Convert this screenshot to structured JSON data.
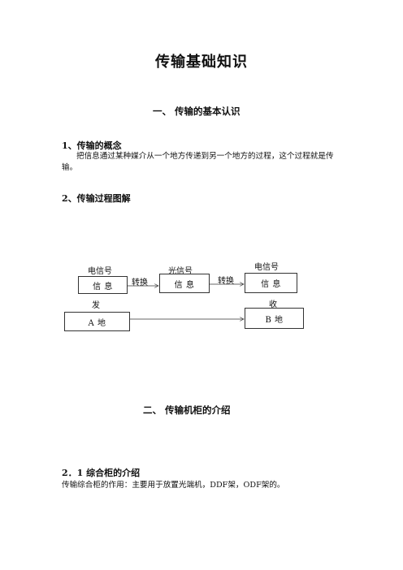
{
  "document": {
    "title": "传输基础知识",
    "section1_heading": "一、  传输的基本认识",
    "sub1_heading": "1、传输的概念",
    "sub1_para_line1": "把信息通过某种媒介从一个地方传递到另一个地方的过程，这个过程就是传",
    "sub1_para_line2": "输。",
    "sub2_heading": "2、传输过程图解",
    "section2_heading": "二、  传输机柜的介绍",
    "sub21_heading": "2．1 综合柜的介绍",
    "sub21_para": "传输综合柜的作用：主要用于放置光端机，DDF架，ODF架的。"
  },
  "diagram": {
    "label_elec1": "电信号",
    "label_opt": "光信号",
    "label_elec2": "电信号",
    "box1": "信    息",
    "box2": "信    息",
    "box3": "信    息",
    "convert1": "转换",
    "convert2": "转换",
    "send": "发",
    "receive": "收",
    "place_a": "A  地",
    "place_b": "B  地"
  }
}
